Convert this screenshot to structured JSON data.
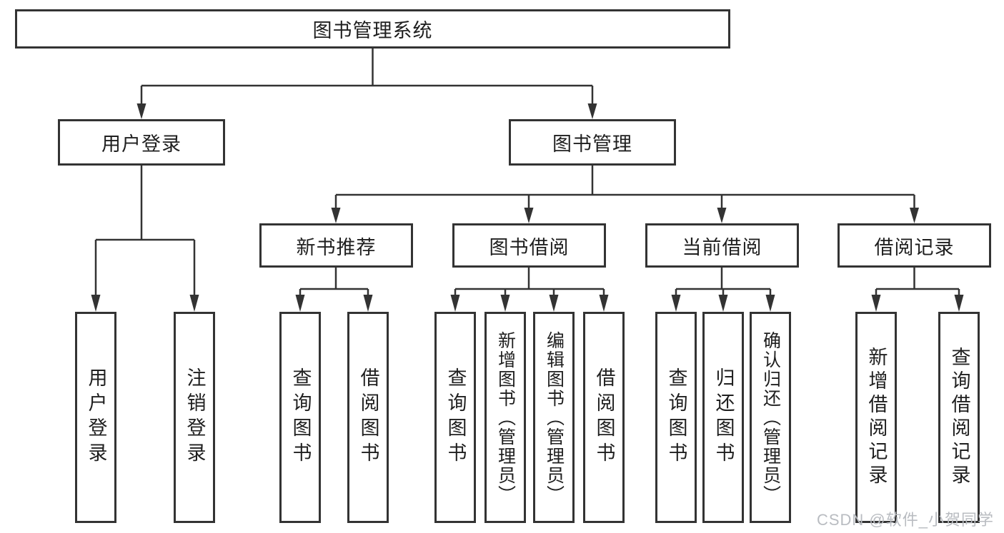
{
  "nodes": {
    "root": "图书管理系统",
    "user_login_branch": "用户登录",
    "book_management": "图书管理",
    "new_book_recommendation": "新书推荐",
    "book_borrowing": "图书借阅",
    "current_borrowing": "当前借阅",
    "borrowing_records": "借阅记录",
    "user_login": "用户登录",
    "logout": "注销登录",
    "nb_query_books": "查询图书",
    "nb_borrow_books": "借阅图书",
    "bb_query_books": "查询图书",
    "bb_add_books_admin": "新增图书（管理员）",
    "bb_edit_books_admin": "编辑图书（管理员）",
    "bb_borrow_books": "借阅图书",
    "cb_query_books": "查询图书",
    "cb_return_books": "归还图书",
    "cb_confirm_return_admin": "确认归还（管理员）",
    "br_add_record": "新增借阅记录",
    "br_query_record": "查询借阅记录"
  },
  "colors": {
    "line": "#333333",
    "text": "#1f1f1f",
    "background": "#ffffff",
    "watermark": "#b9bcc1"
  },
  "watermark": "CSDN @软件_小贺同学"
}
